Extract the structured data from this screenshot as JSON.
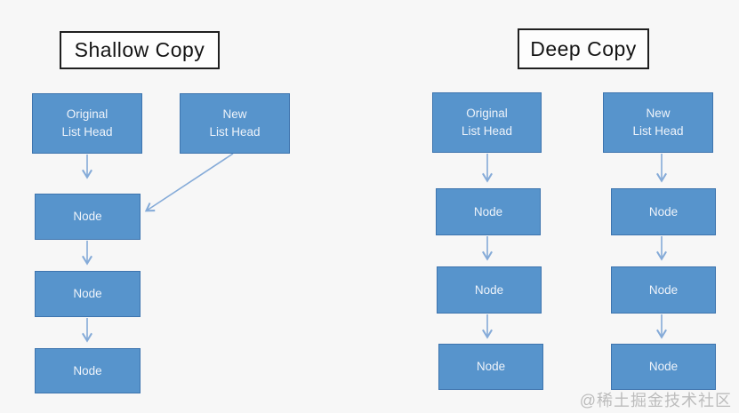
{
  "shallow": {
    "title": "Shallow Copy",
    "original_head": {
      "line1": "Original",
      "line2": "List Head"
    },
    "new_head": {
      "line1": "New",
      "line2": "List Head"
    },
    "nodes": [
      "Node",
      "Node",
      "Node"
    ]
  },
  "deep": {
    "title": "Deep Copy",
    "original_head": {
      "line1": "Original",
      "line2": "List Head"
    },
    "new_head": {
      "line1": "New",
      "line2": "List Head"
    },
    "original_chain": [
      "Node",
      "Node",
      "Node"
    ],
    "new_chain": [
      "Node",
      "Node",
      "Node"
    ]
  },
  "watermark": "@稀土掘金技术社区",
  "colors": {
    "background": "#f7f7f7",
    "box_fill": "#5794cc",
    "box_border": "#3d74ae",
    "arrow": "#85abd8",
    "title_border": "#1f1f1f",
    "title_text": "#141414",
    "box_text": "#eef3fa",
    "watermark_text": "#bcbcbc"
  }
}
